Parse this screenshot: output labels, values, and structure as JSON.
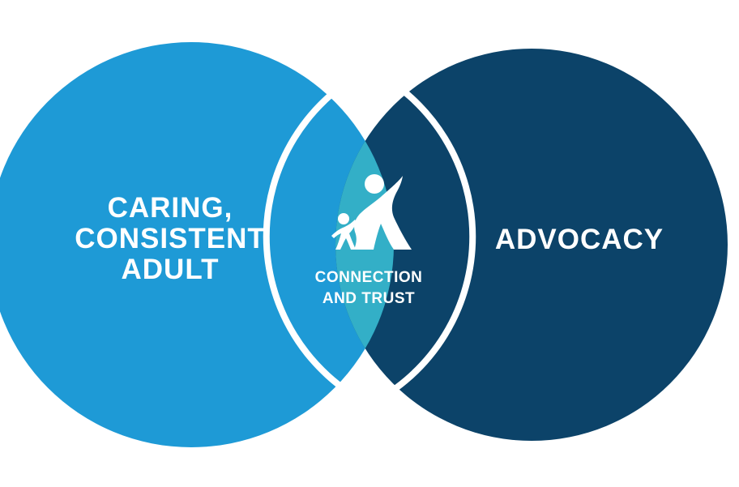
{
  "diagram": {
    "left_circle": {
      "label_lines": [
        "CARING,",
        "CONSISTENT",
        "ADULT"
      ],
      "color": "#1e9ad6"
    },
    "right_circle": {
      "label_lines": [
        "ADVOCACY"
      ],
      "color": "#0c4369"
    },
    "intersection": {
      "label_lines": [
        "CONNECTION",
        "AND TRUST"
      ],
      "color": "#33afc7",
      "icon": "adult-and-child-icon"
    },
    "border_color": "#ffffff"
  }
}
